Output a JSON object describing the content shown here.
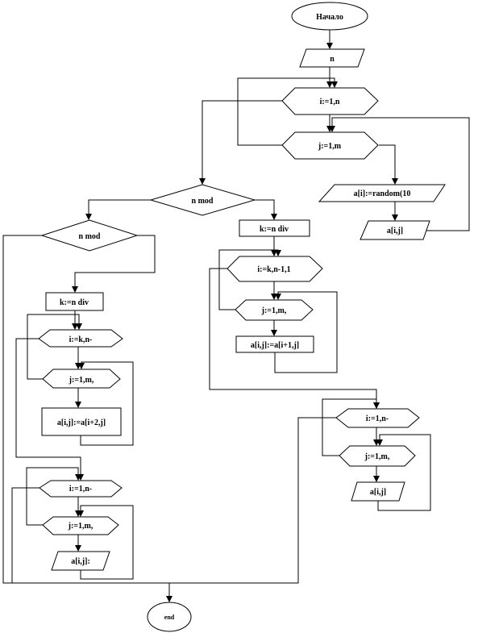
{
  "nodes": {
    "start": "Начало",
    "input_n": "n",
    "loop_i1": "i:=1,n",
    "loop_j1": "j:=1,m",
    "decision1": "n mod",
    "assign_random": "a[i]:=random(10",
    "output_aij1": "a[i,j]",
    "decision2": "n mod",
    "k_div_right": "k:=n div",
    "loop_i_right": "i:=k,n-1,1",
    "loop_j_right": "j:=1,m,",
    "assign_right": "a[i,j]:=a[i+1,j]",
    "k_div_left": "k:=n div",
    "loop_i_left": "i:=k,n-",
    "loop_j_left": "j:=1,m,",
    "assign_left": "a[i,j]:=a[i+2,j]",
    "loop_i_out_left": "i:=1,n-",
    "loop_j_out_left": "j:=1,m,",
    "output_left": "a[i,j]:",
    "loop_i_out_right": "i:=1,n-",
    "loop_j_out_right": "j:=1,m,",
    "output_right": "a[i,j]",
    "end": "end"
  }
}
